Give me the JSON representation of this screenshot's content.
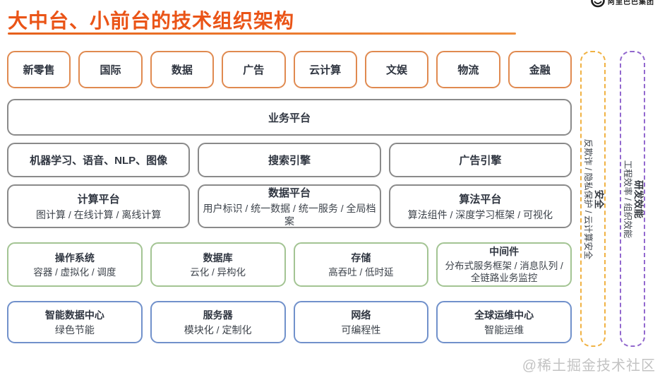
{
  "header": {
    "title": "大中台、小前台的技术组织架构",
    "logo_text": "阿里巴巴集团"
  },
  "front_offices": [
    {
      "label": "新零售"
    },
    {
      "label": "国际"
    },
    {
      "label": "数据"
    },
    {
      "label": "广告"
    },
    {
      "label": "云计算"
    },
    {
      "label": "文娱"
    },
    {
      "label": "物流"
    },
    {
      "label": "金融"
    }
  ],
  "business_platform": {
    "label": "业务平台"
  },
  "engine_row": [
    {
      "label": "机器学习、语音、NLP、图像"
    },
    {
      "label": "搜索引擎"
    },
    {
      "label": "广告引擎"
    }
  ],
  "platform_row": [
    {
      "title": "计算平台",
      "subtitle": "图计算 / 在线计算 / 离线计算"
    },
    {
      "title": "数据平台",
      "subtitle": "用户标识 / 统一数据 / 统一服务 / 全局档案"
    },
    {
      "title": "算法平台",
      "subtitle": "算法组件 / 深度学习框架 / 可视化"
    }
  ],
  "infra_row": [
    {
      "title": "操作系统",
      "subtitle": "容器 / 虚拟化 / 调度"
    },
    {
      "title": "数据库",
      "subtitle": "云化 / 异构化"
    },
    {
      "title": "存储",
      "subtitle": "高吞吐 / 低时延"
    },
    {
      "title": "中间件",
      "subtitle": "分布式服务框架 / 消息队列 /全链路业务监控"
    }
  ],
  "hardware_row": [
    {
      "title": "智能数据中心",
      "subtitle": "绿色节能"
    },
    {
      "title": "服务器",
      "subtitle": "模块化 / 定制化"
    },
    {
      "title": "网络",
      "subtitle": "可编程性"
    },
    {
      "title": "全球运维中心",
      "subtitle": "智能运维"
    }
  ],
  "side_bars": [
    {
      "title": "安全",
      "subtitle": "反欺诈 / 隐私保护 / 云计算安全",
      "border_color": "#f0b243"
    },
    {
      "title": "研发效能",
      "subtitle": "工程效率 / 组织效能",
      "border_color": "#9268ce"
    }
  ],
  "watermark": "@稀土掘金技术社区",
  "colors": {
    "title_orange": "#ea5417",
    "front_office_border": "#e08a50",
    "neutral_border": "#8a8a8a",
    "infra_green_border": "#a3c493",
    "hardware_blue_border": "#7191cb",
    "security_dash": "#f0b243",
    "rd_dash": "#9268ce",
    "text_dark": "#2f3540",
    "watermark_gray": "#c3c3c3"
  }
}
